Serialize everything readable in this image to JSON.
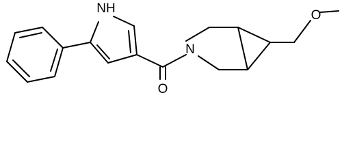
{
  "diagram": {
    "type": "skeletal-structure",
    "line_color": "#000000",
    "background": "#ffffff",
    "atom_labels": {
      "pyrrole_nh": "NH",
      "carbonyl_o": "O",
      "ring_n": "N",
      "ether_o": "O"
    }
  }
}
